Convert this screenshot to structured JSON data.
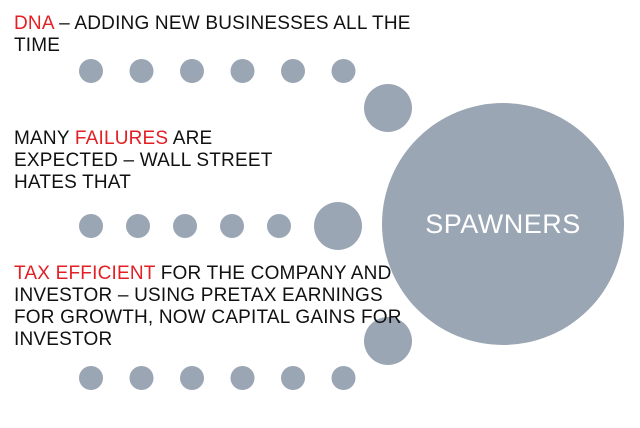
{
  "diagram": {
    "center_label": "SPAWNERS",
    "colors": {
      "circle": "#9aa6b4",
      "text": "#111111",
      "accent": "#e31e24",
      "background": "#ffffff"
    },
    "rows": [
      {
        "small_dots": 6,
        "has_end_circle": true
      },
      {
        "small_dots": 5,
        "has_end_circle": true
      },
      {
        "small_dots": 6,
        "has_end_circle": true
      }
    ]
  },
  "blocks": [
    {
      "accent": "DNA",
      "rest": " – ADDING NEW BUSINESSES ALL THE TIME"
    },
    {
      "lead": "MANY ",
      "accent": "FAILURES",
      "rest": " ARE EXPECTED – WALL STREET HATES THAT"
    },
    {
      "accent": "TAX EFFICIENT",
      "rest": " FOR THE COMPANY AND INVESTOR – USING PRETAX EARNINGS FOR GROWTH, NOW CAPITAL GAINS FOR INVESTOR"
    }
  ]
}
